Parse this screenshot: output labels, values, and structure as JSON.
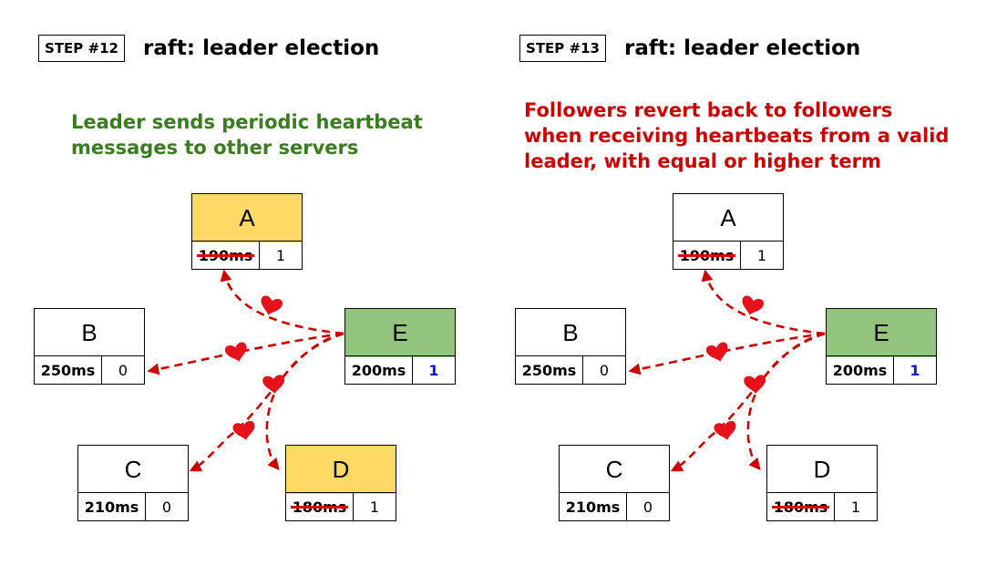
{
  "panels": [
    {
      "step": "STEP #12",
      "title": "raft: leader election",
      "caption": [
        "Leader sends periodic heartbeat",
        "messages to other servers"
      ],
      "caption_color": "#3a7d1e",
      "nodes": {
        "A": {
          "name": "A",
          "timer": "190ms",
          "term": "1",
          "fill": "#ffd966"
        },
        "B": {
          "name": "B",
          "timer": "250ms",
          "term": "0",
          "fill": "#ffffff"
        },
        "C": {
          "name": "C",
          "timer": "210ms",
          "term": "0",
          "fill": "#ffffff"
        },
        "D": {
          "name": "D",
          "timer": "180ms",
          "term": "1",
          "fill": "#ffd966"
        },
        "E": {
          "name": "E",
          "timer": "200ms",
          "term": "1",
          "fill": "#93c47d"
        }
      }
    },
    {
      "step": "STEP #13",
      "title": "raft: leader election",
      "caption": [
        "Followers revert back to followers",
        "when receiving heartbeats from a valid",
        "leader, with equal or higher term"
      ],
      "caption_color": "#cc0000",
      "nodes": {
        "A": {
          "name": "A",
          "timer": "190ms",
          "term": "1",
          "fill": "#ffffff"
        },
        "B": {
          "name": "B",
          "timer": "250ms",
          "term": "0",
          "fill": "#ffffff"
        },
        "C": {
          "name": "C",
          "timer": "210ms",
          "term": "0",
          "fill": "#ffffff"
        },
        "D": {
          "name": "D",
          "timer": "180ms",
          "term": "1",
          "fill": "#ffffff"
        },
        "E": {
          "name": "E",
          "timer": "200ms",
          "term": "1",
          "fill": "#93c47d"
        }
      }
    }
  ],
  "colors": {
    "arrow": "#cc0000",
    "heart": "#e8101a",
    "strike": "#e00000",
    "leader_term": "#1010e0"
  },
  "icons": {
    "heartbeat": "heart-icon"
  }
}
